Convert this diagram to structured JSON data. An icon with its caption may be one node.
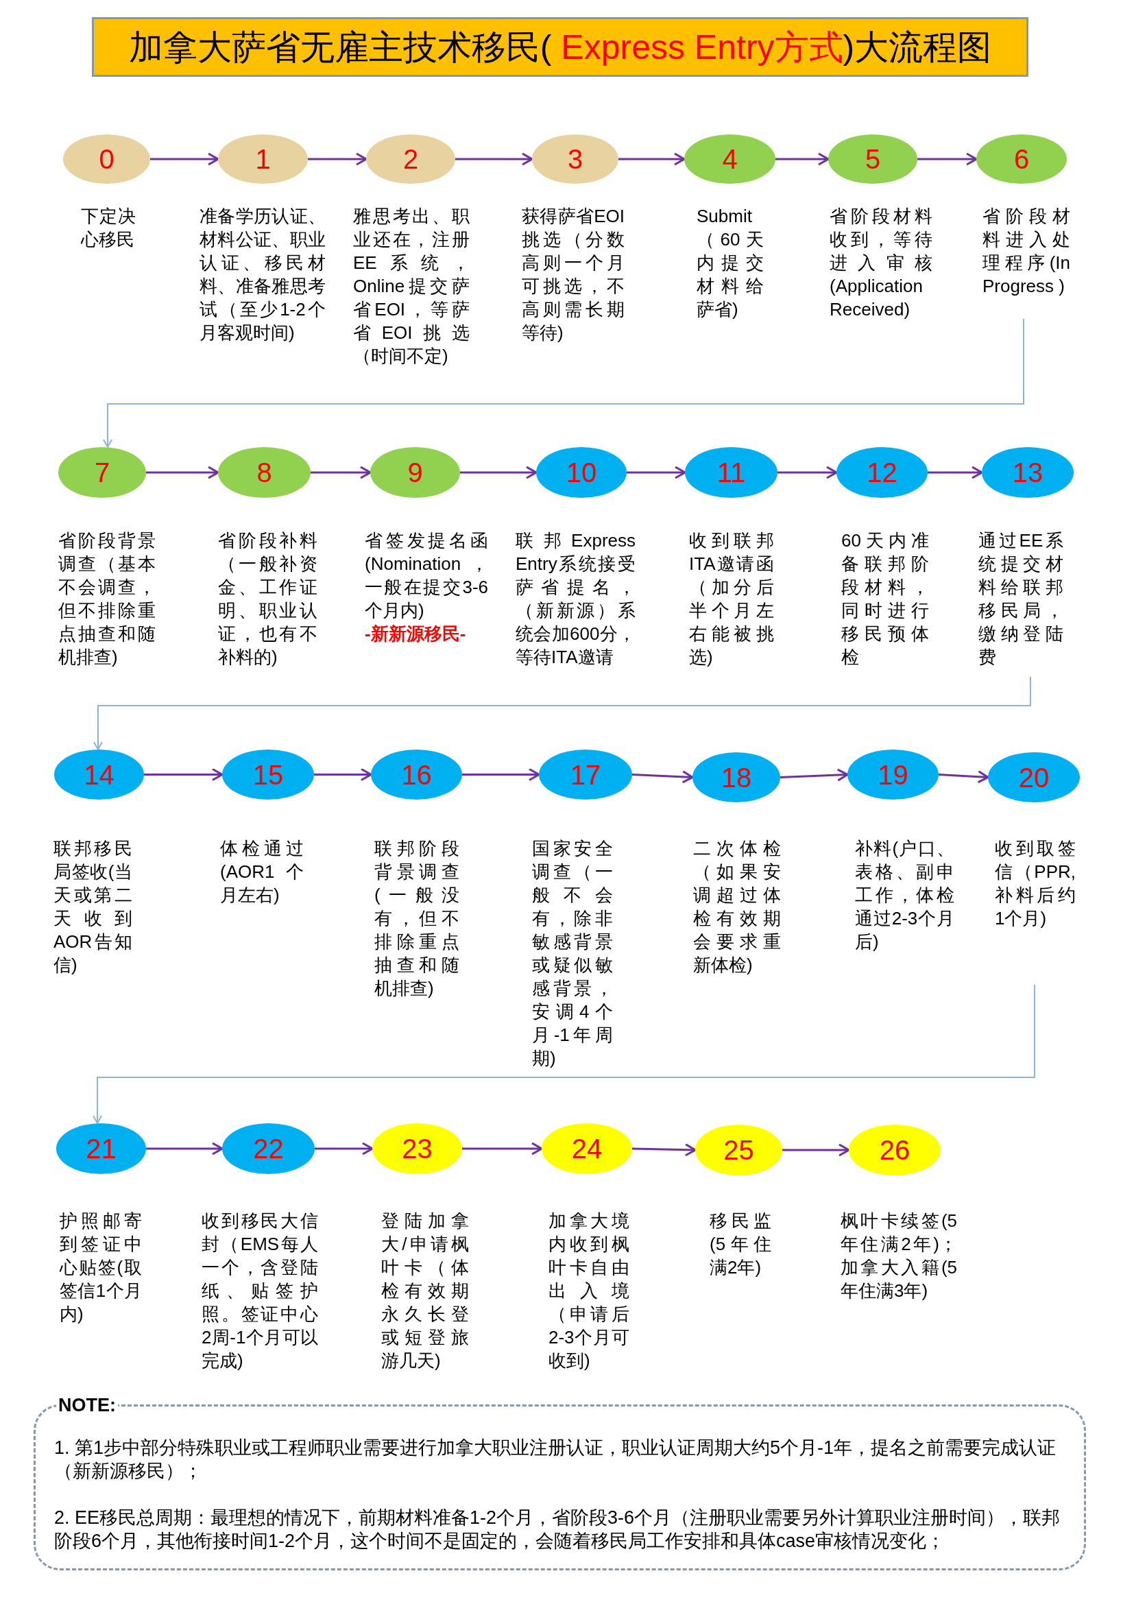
{
  "diagram": {
    "title": "加拿大萨省无雇主技术移民( Express Entry方式)大流程图",
    "nodes": [
      {
        "text": [
          "0"
        ],
        "beside": [
          "下定决心移民"
        ]
      },
      {
        "text": [
          "1"
        ],
        "beside": [
          "准备学历认证、材料公证、职业认证、移民材料、准备雅思考试（至少1-2个月客观时间)"
        ]
      },
      {
        "text": [
          "2"
        ],
        "beside": [
          "雅思考出、职业还在，注册EE系统，Online提交萨省EOI，等萨省EOI挑选（时间不定)"
        ]
      },
      {
        "text": [
          "3"
        ],
        "beside": [
          "获得萨省EOI挑选（分数高则一个月可挑选，不高则需长期等待)"
        ]
      },
      {
        "text": [
          "4"
        ],
        "beside": [
          "Submit（60天内提交材料给萨省)"
        ]
      },
      {
        "text": [
          "5"
        ],
        "beside": [
          "省阶段材料收到，等待进入审核(Application Received)"
        ]
      },
      {
        "text": [
          "6"
        ],
        "beside": [
          "省阶段材料进入处理程序(In Progress )"
        ]
      },
      {
        "text": [
          "7"
        ],
        "beside": [
          "省阶段背景调查（基本不会调查，但不排除重点抽查和随机排查)"
        ]
      },
      {
        "text": [
          "8"
        ],
        "beside": [
          "省阶段补料（一般补资金、工作证明、职业认证，也有不补料的)"
        ]
      },
      {
        "text": [
          "9"
        ],
        "beside": [
          "省签发提名函(Nomination，一般在提交3-6个月内)**-新新源移民-**"
        ]
      },
      {
        "text": [
          "10"
        ],
        "beside": [
          "联邦Express Entry系统接受萨省提名，（新新源）系统会加600分，等待ITA邀请"
        ]
      },
      {
        "text": [
          "11"
        ],
        "beside": [
          "收到联邦ITA邀请函（加分后半个月左右能被挑选)"
        ]
      },
      {
        "text": [
          "12"
        ],
        "beside": [
          "60天内准备联邦阶段材料，同时进行移民预体检"
        ]
      },
      {
        "text": [
          "13"
        ],
        "beside": [
          "通过EE系统提交材料给联邦移民局，缴纳登陆费"
        ]
      },
      {
        "text": [
          "14"
        ],
        "beside": [
          "联邦移民局签收(当天或第二天收到AOR告知信)"
        ]
      },
      {
        "text": [
          "15"
        ],
        "beside": [
          "体检通过(AOR1个月左右)"
        ]
      },
      {
        "text": [
          "16"
        ],
        "beside": [
          "联邦阶段背景调查(一般没有，但不排除重点抽查和随机排查)"
        ]
      },
      {
        "text": [
          "17"
        ],
        "beside": [
          "国家安全调查（一般不会有，除非敏感背景或疑似敏感背景，安调4个月-1年周期)"
        ]
      },
      {
        "text": [
          "18"
        ],
        "beside": [
          "二次体检（如果安调超过体检有效期会要求重新体检)"
        ]
      },
      {
        "text": [
          "19"
        ],
        "beside": [
          "补料(户口、表格、副申工作，体检通过2-3个月后)"
        ]
      },
      {
        "text": [
          "20"
        ],
        "beside": [
          "收到取签信（PPR,补料后约1个月)"
        ]
      },
      {
        "text": [
          "21"
        ],
        "beside": [
          "护照邮寄到签证中心贴签(取签信1个月内)"
        ]
      },
      {
        "text": [
          "22"
        ],
        "beside": [
          "收到移民大信封（EMS每人一个，含登陆纸、贴签护照。签证中心2周-1个月可以完成)"
        ]
      },
      {
        "text": [
          "23"
        ],
        "beside": [
          "登陆加拿大/申请枫叶卡（体检有效期永久长登或短登旅游几天)"
        ]
      },
      {
        "text": [
          "24"
        ],
        "beside": [
          "加拿大境内收到枫叶卡自由出入境（申请后2-3个月可收到)"
        ]
      },
      {
        "text": [
          "25"
        ],
        "beside": [
          "移民监(5年住满2年)"
        ]
      },
      {
        "text": [
          "26"
        ],
        "beside": [
          "枫叶卡续签(5年住满2年)；加拿大入籍(5年住满3年)"
        ]
      },
      {
        "text": [
          "NOTE:",
          "1. 第1步中部分特殊职业或工程师职业需要进行加拿大职业注册认证，职业认证周期大约5个月-1年，提名之前需要完成认证（新新源移民）；",
          "2. EE移民总周期：最理想的情况下，前期材料准备1-2个月，省阶段3-6个月（注册职业需要另外计算职业注册时间），联邦阶段6个月，其他衔接时间1-2个月，这个时间不是固定的，会随着移民局工作安排和具体case审核情况变化；"
        ]
      }
    ],
    "edges": [
      {
        "from": 0,
        "to": 1,
        "arrow": "to"
      },
      {
        "from": 1,
        "to": 2,
        "arrow": "to"
      },
      {
        "from": 2,
        "to": 3,
        "arrow": "to"
      },
      {
        "from": 3,
        "to": 4,
        "arrow": "to"
      },
      {
        "from": 4,
        "to": 5,
        "arrow": "to"
      },
      {
        "from": 5,
        "to": 6,
        "arrow": "to"
      },
      {
        "from": 6,
        "to": 7,
        "arrow": "to",
        "color": "#8db3e2"
      },
      {
        "from": 7,
        "to": 8,
        "arrow": "to"
      },
      {
        "from": 8,
        "to": 9,
        "arrow": "to"
      },
      {
        "from": 9,
        "to": 10,
        "arrow": "to"
      },
      {
        "from": 10,
        "to": 11,
        "arrow": "to"
      },
      {
        "from": 11,
        "to": 12,
        "arrow": "to"
      },
      {
        "from": 12,
        "to": 13,
        "arrow": "to"
      },
      {
        "from": 13,
        "to": 14,
        "arrow": "to",
        "color": "#8db3e2"
      },
      {
        "from": 14,
        "to": 15,
        "arrow": "to"
      },
      {
        "from": 15,
        "to": 16,
        "arrow": "to"
      },
      {
        "from": 16,
        "to": 17,
        "arrow": "to"
      },
      {
        "from": 17,
        "to": 18,
        "arrow": "to"
      },
      {
        "from": 18,
        "to": 19,
        "arrow": "to"
      },
      {
        "from": 19,
        "to": 20,
        "arrow": "to"
      },
      {
        "from": 20,
        "to": 21,
        "arrow": "to",
        "color": "#8db3e2"
      },
      {
        "from": 21,
        "to": 22,
        "arrow": "to"
      },
      {
        "from": 22,
        "to": 23,
        "arrow": "to"
      },
      {
        "from": 23,
        "to": 24,
        "arrow": "to"
      },
      {
        "from": 24,
        "to": 25,
        "arrow": "to"
      },
      {
        "from": 25,
        "to": 26,
        "arrow": "to"
      }
    ]
  }
}
